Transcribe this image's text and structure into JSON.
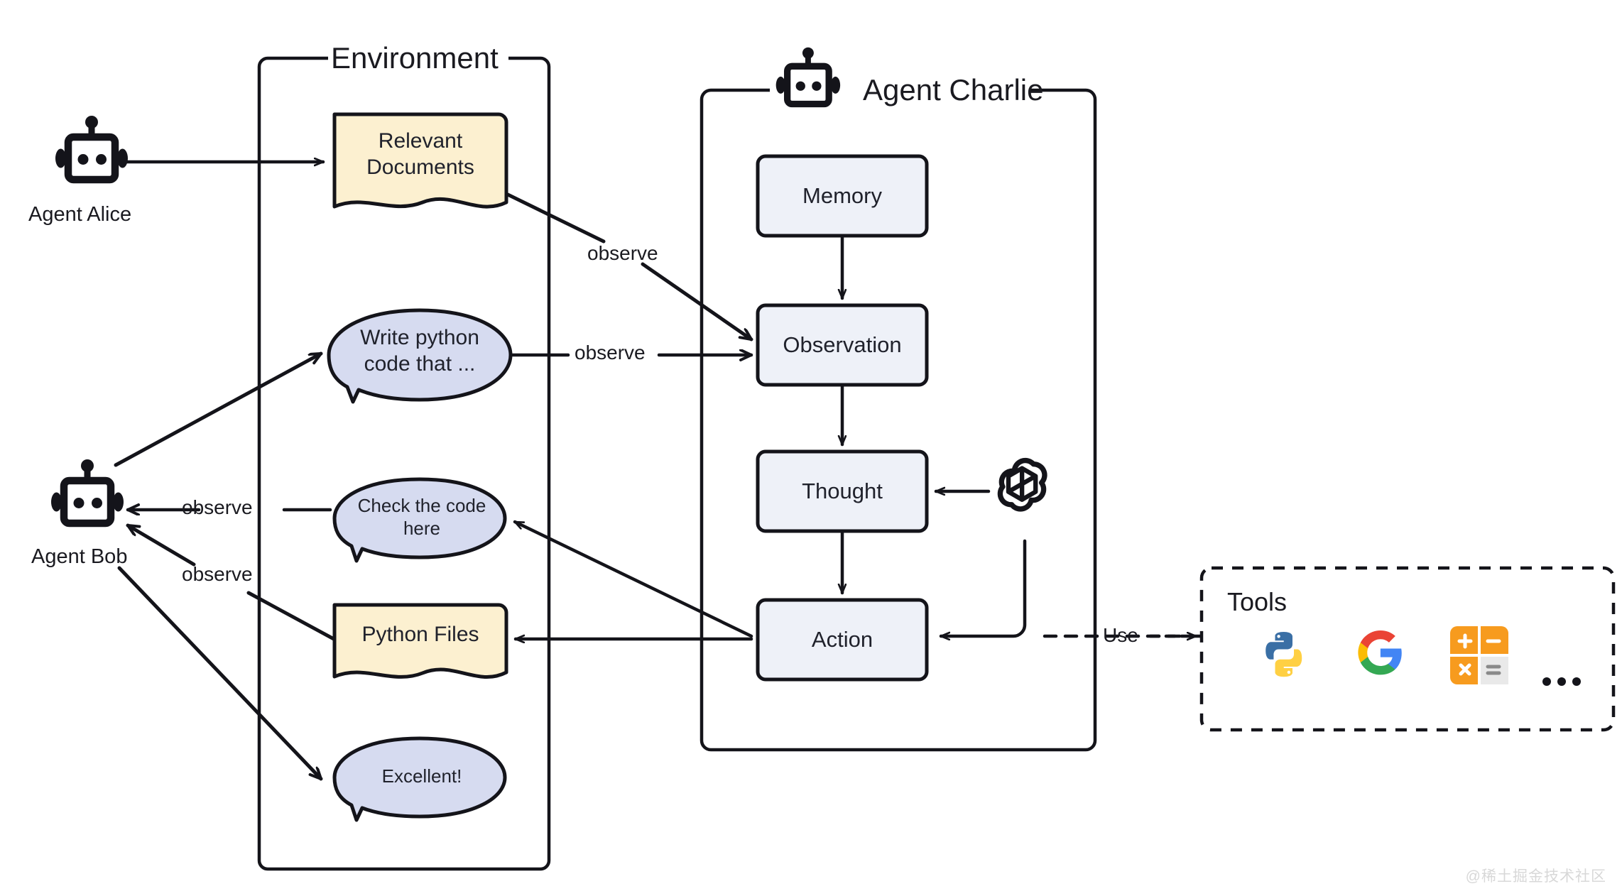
{
  "diagram": {
    "title_env": "Environment",
    "title_agent": "Agent Charlie",
    "tools_title": "Tools",
    "agents": [
      {
        "name": "agent-alice",
        "label": "Agent Alice",
        "icon": "robot-icon"
      },
      {
        "name": "agent-bob",
        "label": "Agent Bob",
        "icon": "robot-icon"
      },
      {
        "name": "agent-charlie",
        "label": "Agent Charlie",
        "icon": "robot-icon"
      }
    ],
    "env_nodes": [
      {
        "id": "relevant-documents",
        "label": "Relevant Documents",
        "shape": "document",
        "fill": "#fcf0d0"
      },
      {
        "id": "write-python-code",
        "label": "Write python code that ...",
        "shape": "speech-bubble",
        "fill": "#d6dbf0"
      },
      {
        "id": "check-the-code-here",
        "label": "Check the code here",
        "shape": "speech-bubble",
        "fill": "#d6dbf0"
      },
      {
        "id": "python-files",
        "label": "Python Files",
        "shape": "document",
        "fill": "#fcf0d0"
      },
      {
        "id": "excellent",
        "label": "Excellent!",
        "shape": "speech-bubble",
        "fill": "#d6dbf0"
      }
    ],
    "agent_nodes": [
      {
        "id": "memory",
        "label": "Memory",
        "fill": "#eef1f8"
      },
      {
        "id": "observation",
        "label": "Observation",
        "fill": "#eef1f8"
      },
      {
        "id": "thought",
        "label": "Thought",
        "fill": "#eef1f8"
      },
      {
        "id": "action",
        "label": "Action",
        "fill": "#eef1f8"
      }
    ],
    "edge_labels": [
      {
        "id": "observe-docs",
        "text": "observe"
      },
      {
        "id": "observe-prompt",
        "text": "observe"
      },
      {
        "id": "observe-check",
        "text": "observe"
      },
      {
        "id": "observe-files",
        "text": "observe"
      },
      {
        "id": "use-tools",
        "text": "Use"
      }
    ],
    "tools": [
      {
        "id": "python-logo-icon",
        "label": "Python"
      },
      {
        "id": "google-logo-icon",
        "label": "Google"
      },
      {
        "id": "calculator-icon",
        "label": "Calculator"
      },
      {
        "id": "more-tools-ellipsis",
        "label": "…"
      }
    ],
    "llm": {
      "id": "openai-logo-icon",
      "label": "OpenAI"
    },
    "watermark": "@稀土掘金技术社区",
    "colors": {
      "stroke": "#14141a",
      "doc_fill": "#fcf0d0",
      "bubble_fill": "#d6dbf0",
      "box_fill": "#eef1f8",
      "text": "#20222c",
      "watermark": "#d8d8d8"
    }
  }
}
